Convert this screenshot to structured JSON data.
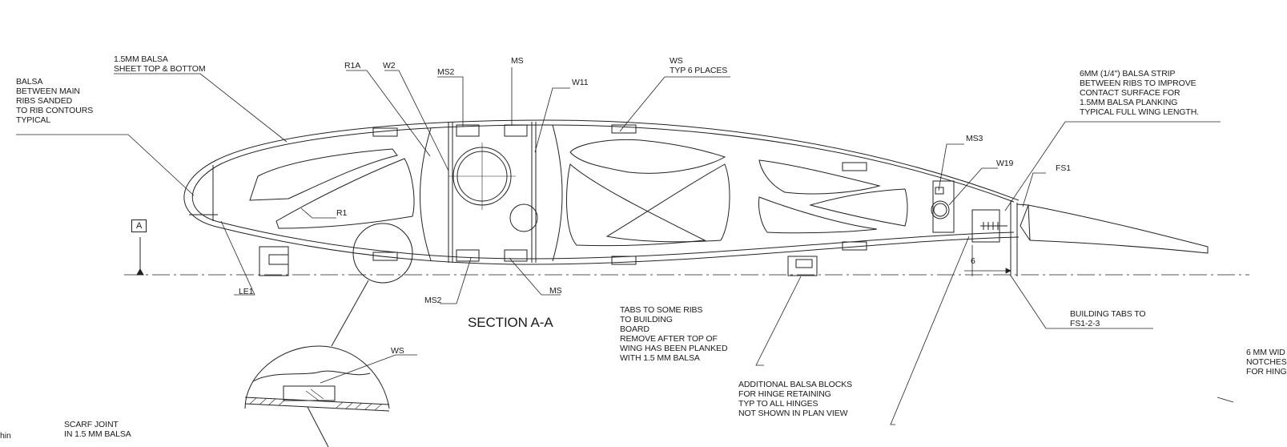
{
  "labels": {
    "sheet_top_bottom": "1.5MM BALSA\nSHEET TOP & BOTTOM",
    "balsa_between_ribs": "BALSA\nBETWEEN MAIN\nRIBS SANDED\nTO RIB CONTOURS\nTYPICAL",
    "r1a": "R1A",
    "w2": "W2",
    "ms2_top": "MS2",
    "ms_top": "MS",
    "w11": "W11",
    "ws_typ": "WS\nTYP 6 PLACES",
    "balsa_strip": "6MM (1/4\") BALSA STRIP\nBETWEEN RIBS TO IMPROVE\nCONTACT SURFACE FOR\n1.5MM BALSA PLANKING\nTYPICAL FULL WING LENGTH.",
    "ms3": "MS3",
    "w19": "W19",
    "fs1": "FS1",
    "r1": "R1",
    "section_marker": "A",
    "le1": "LE1",
    "ms2_bottom": "MS2",
    "ms_bottom": "MS",
    "section_title": "SECTION A-A",
    "tabs_note": "TABS TO SOME RIBS\nTO BUILDING\nBOARD\nREMOVE AFTER TOP OF\nWING HAS BEEN PLANKED\nWITH 1.5 MM BALSA",
    "dim_6": "6",
    "building_tabs": "BUILDING TABS TO\nFS1-2-3",
    "ws_detail": "WS",
    "hinge_blocks": "ADDITIONAL BALSA BLOCKS\nFOR HINGE RETAINING\nTYP TO ALL HINGES\nNOT SHOWN IN PLAN VIEW",
    "scarf_joint": "SCARF JOINT\nIN 1.5 MM BALSA",
    "notches_partial": "6 MM WID\nNOTCHES\nFOR HING",
    "edge_partial": "hin"
  }
}
